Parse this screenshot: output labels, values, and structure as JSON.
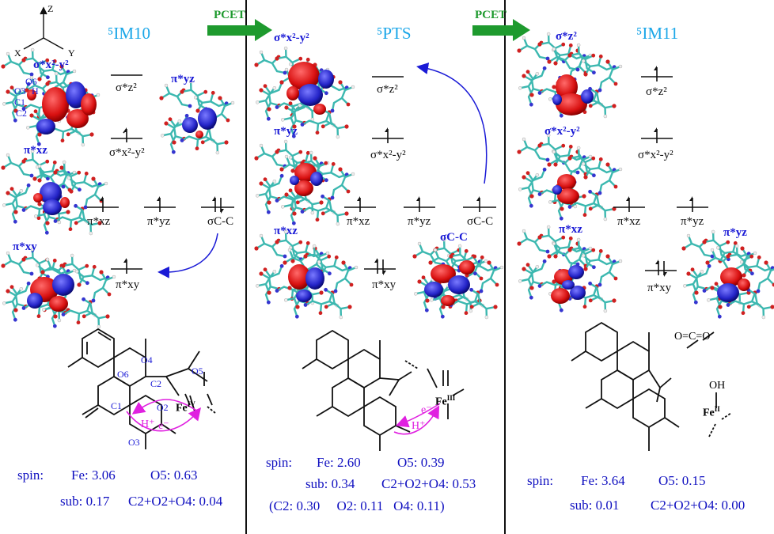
{
  "panels": [
    {
      "title": "⁵IM10",
      "orbital_labels": {
        "sigma_x2y2": "σ*x²-y²",
        "pi_yz": "π*yz",
        "pi_xz": "π*xz",
        "pi_xy": "π*xy"
      },
      "levels": {
        "sigma_z2": "σ*z²",
        "sigma_x2y2": "σ*x²-y²",
        "pi_xz": "π*xz",
        "pi_yz": "π*yz",
        "sigma_cc": "σC-C",
        "pi_xy": "π*xy"
      },
      "atoms": {
        "o6": "O6",
        "o3": "O3",
        "h": "H",
        "c1": "C1",
        "c2": "C2"
      },
      "axes": {
        "z": "Z",
        "x": "X",
        "y": "Y"
      },
      "chem": {
        "o4": "O4",
        "o5": "O5",
        "o6": "O6",
        "c2": "C2",
        "c1": "C1",
        "o2": "O2",
        "o3": "O3",
        "fe": "Fe",
        "fe_ox": "IV",
        "hplus": "H⁺",
        "eminus": "e⁻"
      },
      "spin": {
        "label": "spin:",
        "line1a": "Fe: 3.06",
        "line1b": "O5: 0.63",
        "line2a": "sub: 0.17",
        "line2b": "C2+O2+O4: 0.04"
      }
    },
    {
      "title": "⁵PTS",
      "orbital_labels": {
        "sigma_x2y2": "σ*x²-y²",
        "pi_yz": "π*yz",
        "pi_xz": "π*xz",
        "sigma_cc": "σC-C"
      },
      "levels": {
        "sigma_z2": "σ*z²",
        "sigma_x2y2": "σ*x²-y²",
        "pi_xz": "π*xz",
        "pi_yz": "π*yz",
        "sigma_cc": "σC-C",
        "pi_xy": "π*xy"
      },
      "chem": {
        "fe": "Fe",
        "fe_ox": "III",
        "hplus": "H⁺",
        "eminus": "e⁻"
      },
      "spin": {
        "label": "spin:",
        "line1a": "Fe: 2.60",
        "line1b": "O5: 0.39",
        "line2a": "sub: 0.34",
        "line2b": "C2+O2+O4: 0.53",
        "line3": "(C2: 0.30     O2: 0.11   O4: 0.11)"
      }
    },
    {
      "title": "⁵IM11",
      "orbital_labels": {
        "sigma_z2": "σ*z²",
        "sigma_x2y2": "σ*x²-y²",
        "pi_xz": "π*xz",
        "pi_yz": "π*yz"
      },
      "levels": {
        "sigma_z2": "σ*z²",
        "sigma_x2y2": "σ*x²-y²",
        "pi_xz": "π*xz",
        "pi_yz": "π*yz",
        "pi_xy": "π*xy"
      },
      "chem": {
        "fe": "Fe",
        "fe_ox": "II",
        "oh": "OH",
        "co2": "O=C=O"
      },
      "spin": {
        "label": "spin:",
        "line1a": "Fe: 3.64",
        "line1b": "O5: 0.15",
        "line2a": "sub: 0.01",
        "line2b": "C2+O2+O4: 0.00"
      }
    }
  ],
  "arrows": {
    "pcet1": "PCET",
    "pcet2": "PCET"
  },
  "colors": {
    "title": "#1aa6e8",
    "label": "#1a1ad6",
    "pcet": "#1e9a2e",
    "lobe_red": "#e01818",
    "lobe_blue": "#2a2ad0",
    "magenta": "#e020e0"
  }
}
